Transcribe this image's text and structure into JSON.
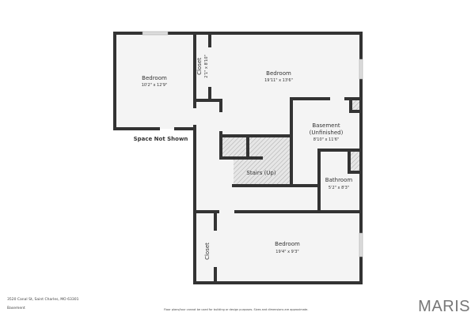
{
  "rooms": [
    {
      "name": "Bedroom",
      "dims": "10'2\" x 12'9\""
    },
    {
      "name": "Closet",
      "dims": "2'1\" x 8'10\""
    },
    {
      "name": "Bedroom",
      "dims": "19'11\" x 13'6\""
    },
    {
      "name": "Basement",
      "name2": "(Unfinished)",
      "dims": "8'10\" x 11'6\""
    },
    {
      "name": "Stairs (Up)"
    },
    {
      "name": "Bathroom",
      "dims": "5'2\" x 8'3\""
    },
    {
      "name": "Bedroom",
      "dims": "19'4\" x 9'3\""
    },
    {
      "name": "Closet"
    }
  ],
  "space_not_shown": "Space Not Shown",
  "footer": {
    "address": "3520 Canal St, Saint Charles, MO 63301",
    "level": "Basement",
    "disclaimer": "Floor plans/tour cannot be used for building or design purposes. Sizes and dimensions are approximate.",
    "logo": "MARIS"
  },
  "colors": {
    "wall": "#333333",
    "floor": "#f4f4f4",
    "hatch": "#c8c8c8"
  }
}
